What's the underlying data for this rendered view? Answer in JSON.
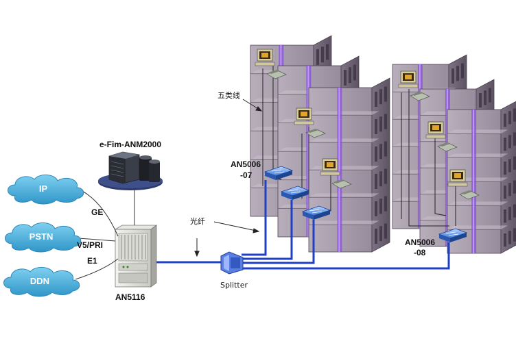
{
  "networks": [
    {
      "label": "IP"
    },
    {
      "label": "PSTN"
    },
    {
      "label": "DDN"
    }
  ],
  "links": {
    "ge": "GE",
    "v5pri": "V5/PRI",
    "e1": "E1"
  },
  "nms": {
    "label": "e-Fim-ANM2000"
  },
  "olt": {
    "label": "AN5116"
  },
  "splitter": {
    "label": "Splitter"
  },
  "fiber": {
    "label": "光纤"
  },
  "cat5": {
    "label": "五类线"
  },
  "onu_a": {
    "label_line1": "AN5006",
    "label_line2": "-07"
  },
  "onu_b": {
    "label_line1": "AN5006",
    "label_line2": "-08"
  },
  "colors": {
    "fiber": "#1f3fc4",
    "cloud": "#4fb3de",
    "cloud_dark": "#2a86b8",
    "building": "#a79cac",
    "building_dark": "#6f6475",
    "riser": "#8a4fe0"
  }
}
